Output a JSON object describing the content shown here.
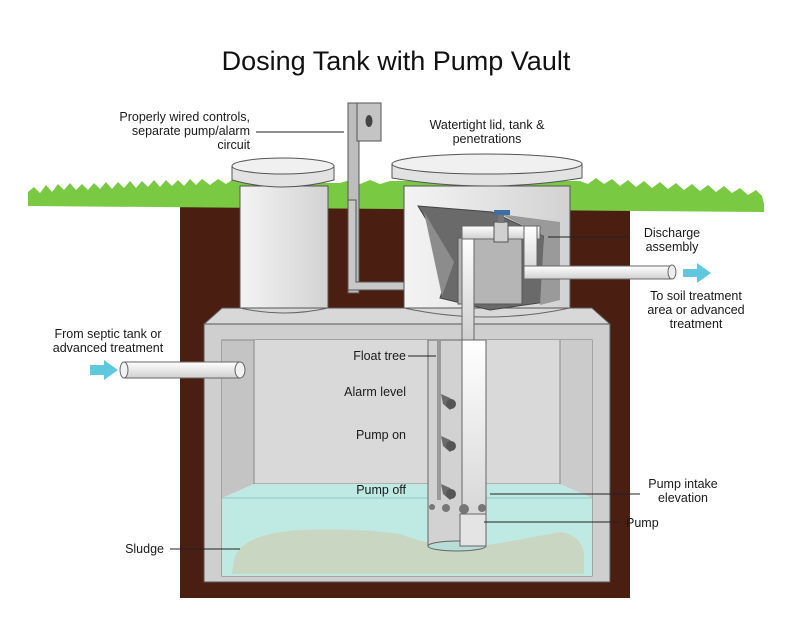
{
  "title": "Dosing Tank with Pump Vault",
  "labels": {
    "controls": [
      "Properly wired controls,",
      "separate pump/alarm",
      "circuit"
    ],
    "lid": [
      "Watertight lid, tank &",
      "penetrations"
    ],
    "discharge": [
      "Discharge",
      "assembly"
    ],
    "to_soil": [
      "To soil treatment",
      "area or advanced",
      "treatment"
    ],
    "from_septic": [
      "From septic tank or",
      "advanced treatment"
    ],
    "float_tree": "Float tree",
    "alarm_level": "Alarm level",
    "pump_on": "Pump on",
    "pump_off": "Pump off",
    "pump_intake": [
      "Pump intake",
      "elevation"
    ],
    "pump": "Pump",
    "sludge": "Sludge"
  },
  "colors": {
    "grass": "#7ac943",
    "soil": "#4a1e10",
    "concrete": "#e6e6e6",
    "water": "#bfe9e3",
    "sludge": "#c8d6c2",
    "flow_arrow": "#5fc8df"
  }
}
